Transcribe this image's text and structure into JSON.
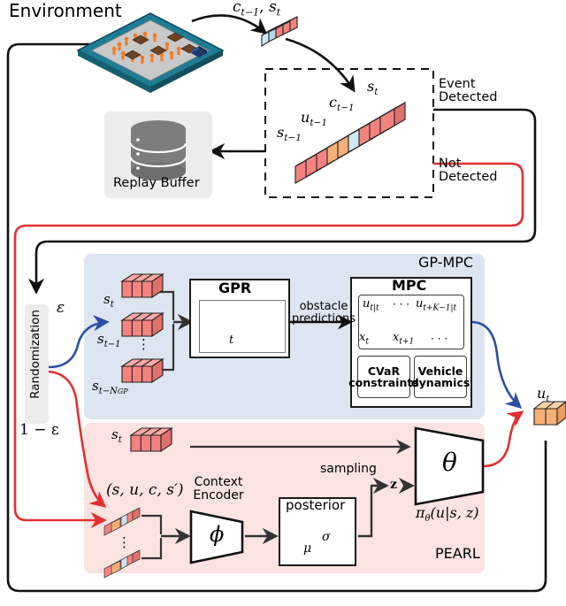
{
  "figure": {
    "title": "GP-MPC and PEARL hybrid control architecture block diagram",
    "colors": {
      "gpmpc_panel": "#dde5f0",
      "pearl_panel": "#fae3e0",
      "cube_state": "#f4837f",
      "cube_action": "#f7b077",
      "cube_cost": "#cfe9f2",
      "arrow_black": "#111111",
      "arrow_red": "#e03131",
      "arrow_blue": "#2b4fa2",
      "gpr_curve_orange": "#e8a33d",
      "gpr_curve_purple": "#9a6fc0",
      "posterior_curve": "#a87d7d"
    }
  },
  "environment": {
    "label": "Environment",
    "icon": "arena-with-pedestrians-and-vehicle"
  },
  "replay_buffer": {
    "label": "Replay Buffer",
    "icon": "database-cylinder-icon"
  },
  "transition": {
    "incoming_label": "c_{t-1}, s_t",
    "incoming_label_parts": {
      "c": "c",
      "c_sub": "t−1",
      "comma": ", ",
      "s": "s",
      "s_sub": "t"
    },
    "detector_labels": {
      "s_prev": "s",
      "s_prev_sub": "t−1",
      "u_prev": "u",
      "u_prev_sub": "t−1",
      "c_prev": "c",
      "c_prev_sub": "t−1",
      "s_cur": "s",
      "s_cur_sub": "t"
    },
    "event_detected": "Event\nDetected",
    "event_detected_line1": "Event",
    "event_detected_line2": "Detected",
    "not_detected_line1": "Not",
    "not_detected_line2": "Detected",
    "cube_sequence": [
      "state",
      "state",
      "state",
      "action",
      "action",
      "cost",
      "state",
      "state",
      "state"
    ]
  },
  "randomization": {
    "label": "Randomization",
    "epsilon_label": "ε",
    "one_minus_epsilon_label": "1 − ε"
  },
  "gpmpc": {
    "panel_label": "GP-MPC",
    "state_stack_labels": [
      {
        "base": "s",
        "sub": "t"
      },
      {
        "base": "s",
        "sub": "t−1"
      },
      {
        "base": "s",
        "sub": "t−N",
        "subsub": "GP"
      }
    ],
    "vertical_dots": "⋮",
    "gpr": {
      "title": "GPR",
      "x_marker_label": "t"
    },
    "edge_label_line1": "obstacle",
    "edge_label_line2": "predictions",
    "mpc": {
      "title": "MPC",
      "u_first": "u",
      "u_first_sub": "t|t",
      "u_last": "u",
      "u_last_sub": "t+K−1|t",
      "ellipsis": "· · ·",
      "x_first": "x",
      "x_first_sub": "t",
      "x_second": "x",
      "x_second_sub": "t+1",
      "x_ellipsis": "· · ·",
      "cvar_line1": "CVaR",
      "cvar_line2": "constraints",
      "vehicle_line1": "Vehicle",
      "vehicle_line2": "dynamics"
    }
  },
  "pearl": {
    "panel_label": "PEARL",
    "state_label": {
      "base": "s",
      "sub": "t"
    },
    "context_tuple": "(s, u, c, s′)",
    "context_encoder_line1": "Context",
    "context_encoder_line2": "Encoder",
    "encoder_symbol": "ϕ",
    "posterior": {
      "title": "posterior",
      "mu_label": "μ",
      "sigma_label": "σ"
    },
    "sampling_label": "sampling",
    "latent_label": "z",
    "policy_symbol": "θ",
    "policy_label": "π_θ(u|s, z)",
    "policy_label_parts": {
      "pi": "π",
      "theta_sub": "θ",
      "args": "(u|s, z)"
    },
    "vertical_dots": "⋮"
  },
  "output": {
    "label": {
      "base": "u",
      "sub": "t"
    },
    "cube_count": 2,
    "cube_color": "action"
  }
}
